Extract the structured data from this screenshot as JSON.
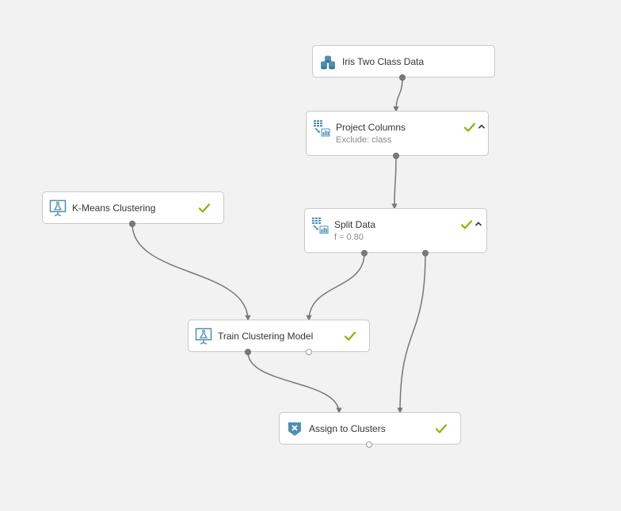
{
  "canvas": {
    "background": "#f2f2f2",
    "edge_color": "#777777",
    "check_color": "#7fba00",
    "icon_color": "#4e8fb0"
  },
  "modules": [
    {
      "id": "iris",
      "title": "Iris Two Class Data",
      "subtitle": "",
      "icon": "dataset-icon",
      "status": "none",
      "has_caret": false
    },
    {
      "id": "project",
      "title": "Project Columns",
      "subtitle": "Exclude: class",
      "icon": "transform-icon",
      "status": "check",
      "has_caret": true
    },
    {
      "id": "kmeans",
      "title": "K-Means Clustering",
      "subtitle": "",
      "icon": "model-icon",
      "status": "check",
      "has_caret": false
    },
    {
      "id": "split",
      "title": "Split Data",
      "subtitle": "f = 0.80",
      "icon": "transform-icon",
      "status": "check",
      "has_caret": true
    },
    {
      "id": "train",
      "title": "Train Clustering Model",
      "subtitle": "",
      "icon": "model-icon",
      "status": "check",
      "has_caret": false
    },
    {
      "id": "assign",
      "title": "Assign to Clusters",
      "subtitle": "",
      "icon": "assign-icon",
      "status": "check",
      "has_caret": false
    }
  ],
  "connections": [
    {
      "from": "iris",
      "to": "project"
    },
    {
      "from": "project",
      "to": "split"
    },
    {
      "from": "kmeans",
      "to": "train"
    },
    {
      "from": "split",
      "to": "train"
    },
    {
      "from": "split",
      "to": "assign"
    },
    {
      "from": "train",
      "to": "assign"
    }
  ]
}
